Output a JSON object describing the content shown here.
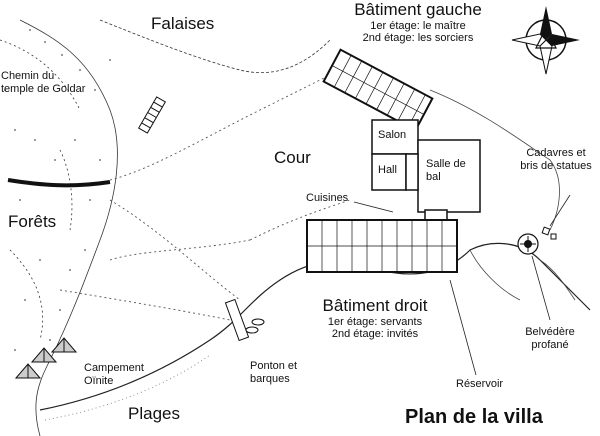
{
  "title": "Plan de la villa",
  "labels": {
    "falaises": "Falaises",
    "batiment_gauche": {
      "name": "Bâtiment gauche",
      "floor1": "1er étage: le maître",
      "floor2": "2nd étage: les sorciers"
    },
    "chemin_line1": "Chemin du",
    "chemin_line2": "temple de Goldar",
    "cour": "Cour",
    "salon": "Salon",
    "hall": "Hall",
    "salle_line1": "Salle de",
    "salle_line2": "bal",
    "cuisines": "Cuisines",
    "cadavres_line1": "Cadavres et",
    "cadavres_line2": "bris de statues",
    "forets": "Forêts",
    "batiment_droit": {
      "name": "Bâtiment droit",
      "floor1": "1er étage: servants",
      "floor2": "2nd étage: invités"
    },
    "belvedere_line1": "Belvédère",
    "belvedere_line2": "profané",
    "campement_line1": "Campement",
    "campement_line2": "Oïnite",
    "ponton_line1": "Ponton et",
    "ponton_line2": "barques",
    "reservoir": "Réservoir",
    "plages": "Plages"
  },
  "icons": [
    "compass-rose-icon",
    "tent-icon"
  ]
}
